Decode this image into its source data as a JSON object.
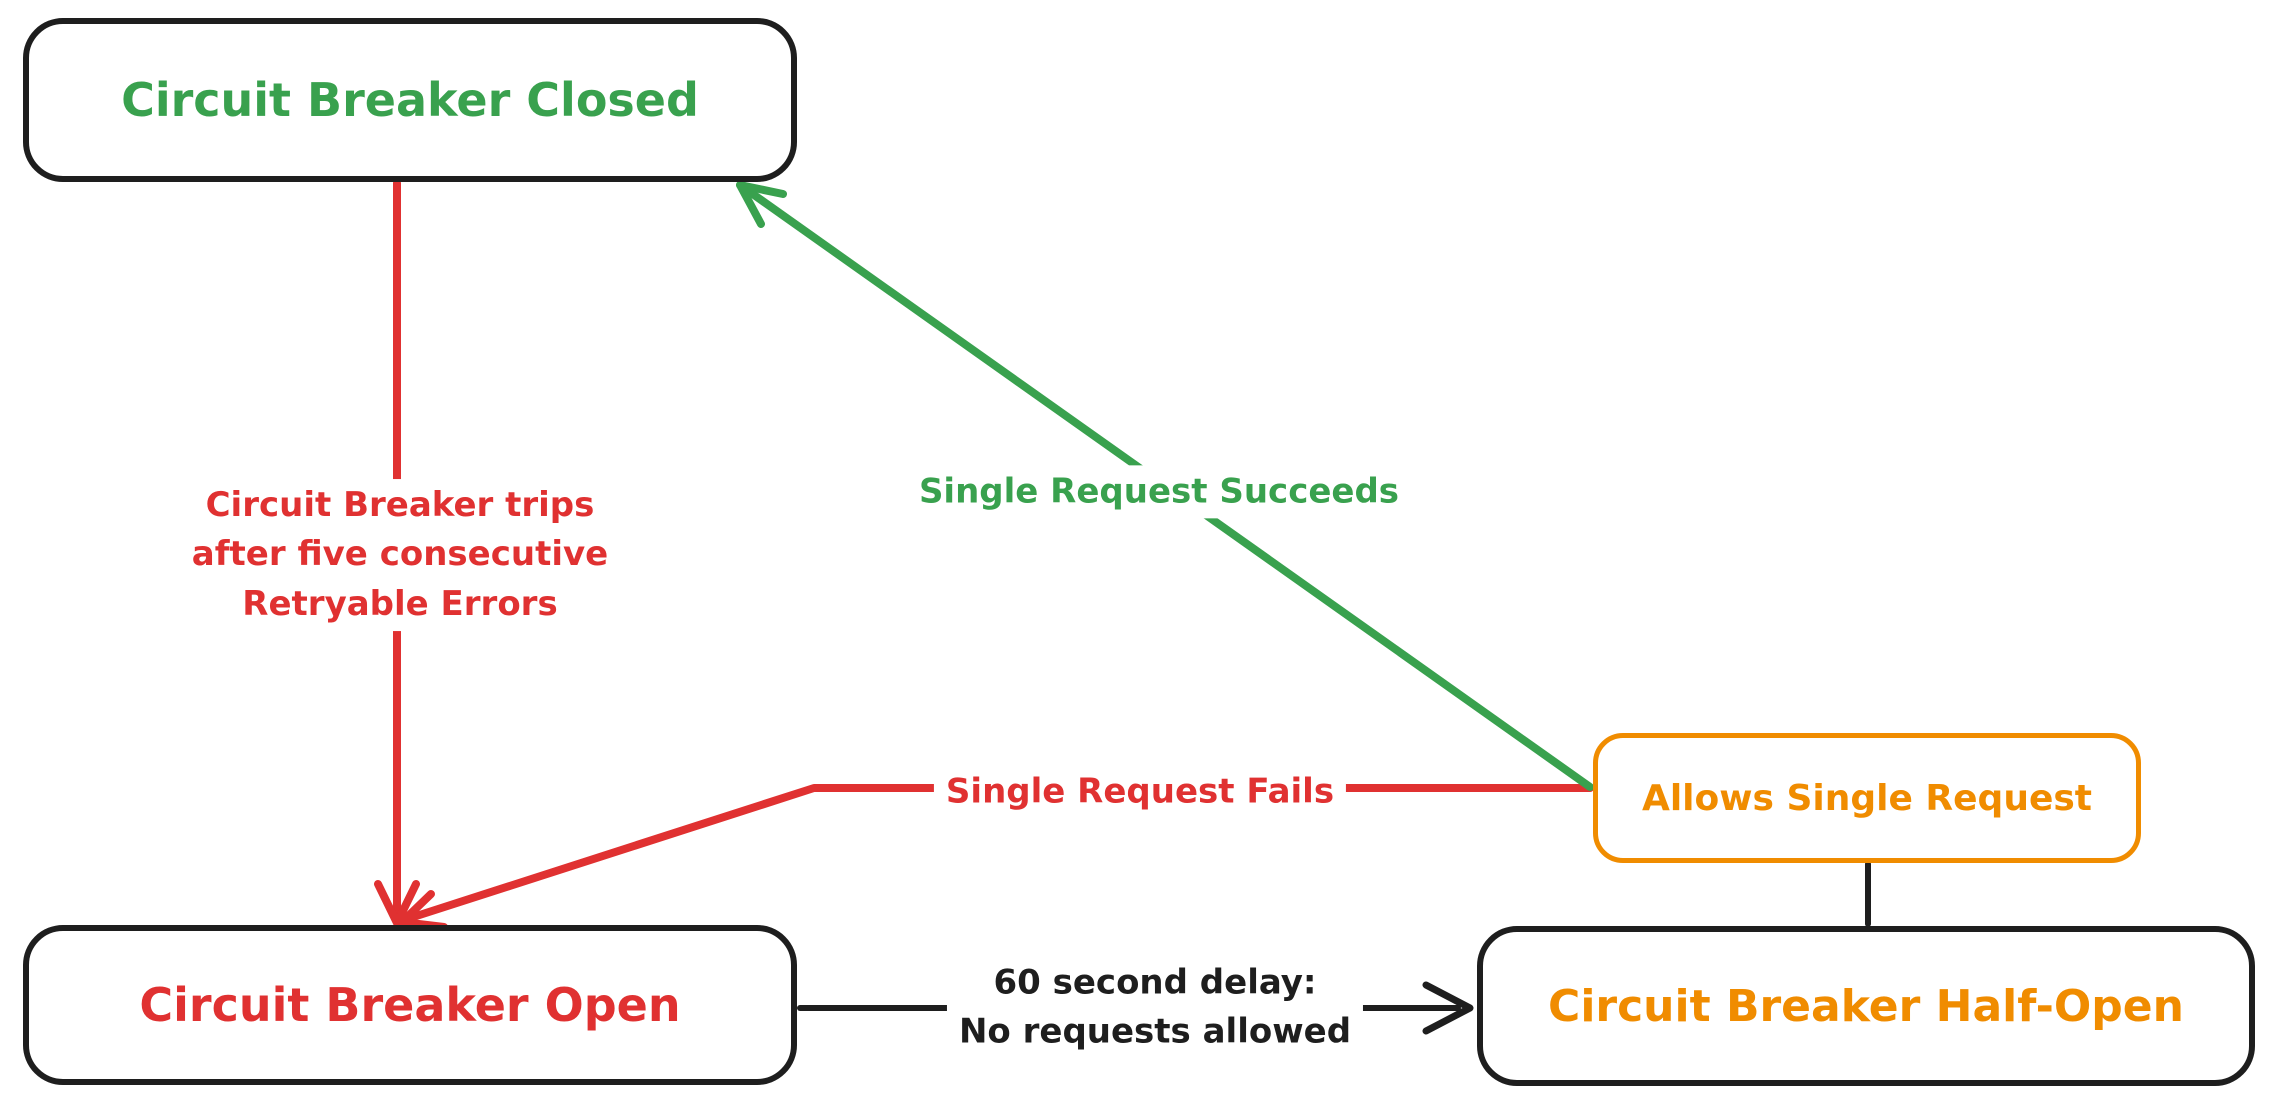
{
  "colors": {
    "ink": "#1e1e1e",
    "red": "#e03131",
    "green": "#39a14e",
    "orange": "#f08c00",
    "background": "#ffffff"
  },
  "nodes": {
    "closed": {
      "label": "Circuit Breaker Closed"
    },
    "open": {
      "label": "Circuit Breaker Open"
    },
    "half_open": {
      "label": "Circuit Breaker Half-Open"
    },
    "allows_single_request": {
      "label": "Allows Single Request"
    }
  },
  "edges": {
    "trips": {
      "line1": "Circuit Breaker trips",
      "line2": "after five consecutive",
      "line3": "Retryable Errors"
    },
    "succeeds": {
      "label": "Single Request Succeeds"
    },
    "fails": {
      "label": "Single Request Fails"
    },
    "delay": {
      "line1": "60 second delay:",
      "line2": "No requests allowed"
    }
  }
}
